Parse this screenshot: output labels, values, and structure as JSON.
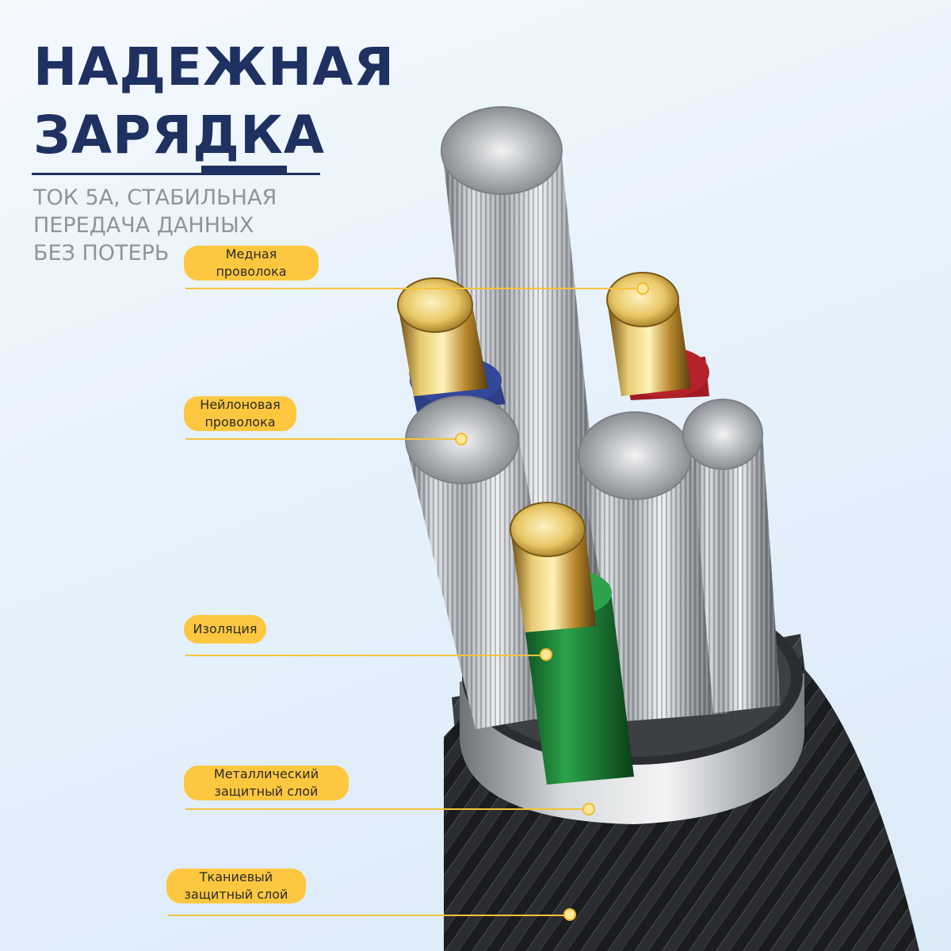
{
  "headline": {
    "line1": "НАДЕЖНАЯ",
    "line2": "ЗАРЯДКА"
  },
  "subtitle": {
    "line1": "ТОК 5А, СТАБИЛЬНАЯ",
    "line2": "ПЕРЕДАЧА ДАННЫХ",
    "line3": "БЕЗ ПОТЕРЬ"
  },
  "labels": {
    "copper": {
      "line1": "Медная",
      "line2": "проволока"
    },
    "nylon": {
      "line1": "Нейлоновая",
      "line2": "проволока"
    },
    "insulation": {
      "line1": "Изоляция"
    },
    "metal": {
      "line1": "Металлический",
      "line2": "защитный слой"
    },
    "fabric": {
      "line1": "Тканиевый",
      "line2": "защитный слой"
    }
  },
  "colors": {
    "headline": "#1e3160",
    "subtitle": "#8e949b",
    "callout_fill": "#fdc73f",
    "leader_line": "#f4c23b",
    "gold_tip": "#e3c15f",
    "green_insulation": "#1f8a3c",
    "red_insulation": "#a11b22",
    "blue_insulation": "#2c3f86",
    "braid": "#1b1c1e"
  },
  "image": {
    "subject": "cable-cross-section-illustration"
  }
}
